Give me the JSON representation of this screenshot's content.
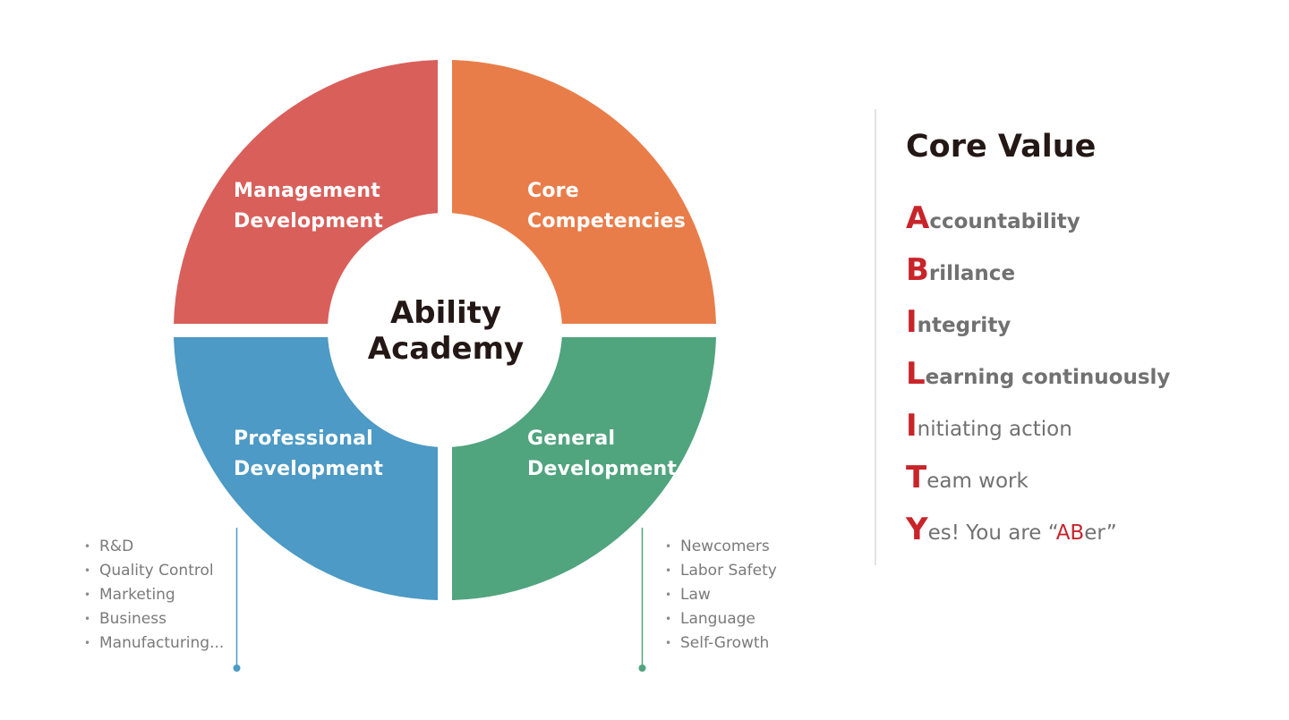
{
  "diagram": {
    "center": {
      "line1": "Ability",
      "line2": "Academy"
    },
    "quadrants": [
      {
        "id": "management",
        "line1": "Management",
        "line2": "Development",
        "color": "#D95F5B"
      },
      {
        "id": "core",
        "line1": "Core",
        "line2": "Competencies",
        "color": "#E97D4A"
      },
      {
        "id": "professional",
        "line1": "Professional",
        "line2": "Development",
        "color": "#4C9AC5"
      },
      {
        "id": "general",
        "line1": "General",
        "line2": "Development",
        "color": "#50A47E"
      }
    ],
    "professional_topics": [
      "R&D",
      "Quality Control",
      "Marketing",
      "Business",
      "Manufacturing..."
    ],
    "general_topics": [
      "Newcomers",
      "Labor Safety",
      "Law",
      "Language",
      "Self-Growth"
    ],
    "connector_colors": {
      "professional": "#4C9AC5",
      "general": "#50A47E"
    }
  },
  "core_value": {
    "title": "Core Value",
    "accent_color": "#C8242A",
    "items": [
      {
        "initial": "A",
        "rest": "ccountability"
      },
      {
        "initial": "B",
        "rest": "rillance"
      },
      {
        "initial": "I",
        "rest": "ntegrity"
      },
      {
        "initial": "L",
        "rest": "earning continuously"
      },
      {
        "initial": "I",
        "rest": "nitiating action"
      },
      {
        "initial": "T",
        "rest": "eam work"
      },
      {
        "initial": "Y",
        "rest": "es! You are “",
        "highlight": "AB",
        "tail": "er”"
      }
    ]
  }
}
